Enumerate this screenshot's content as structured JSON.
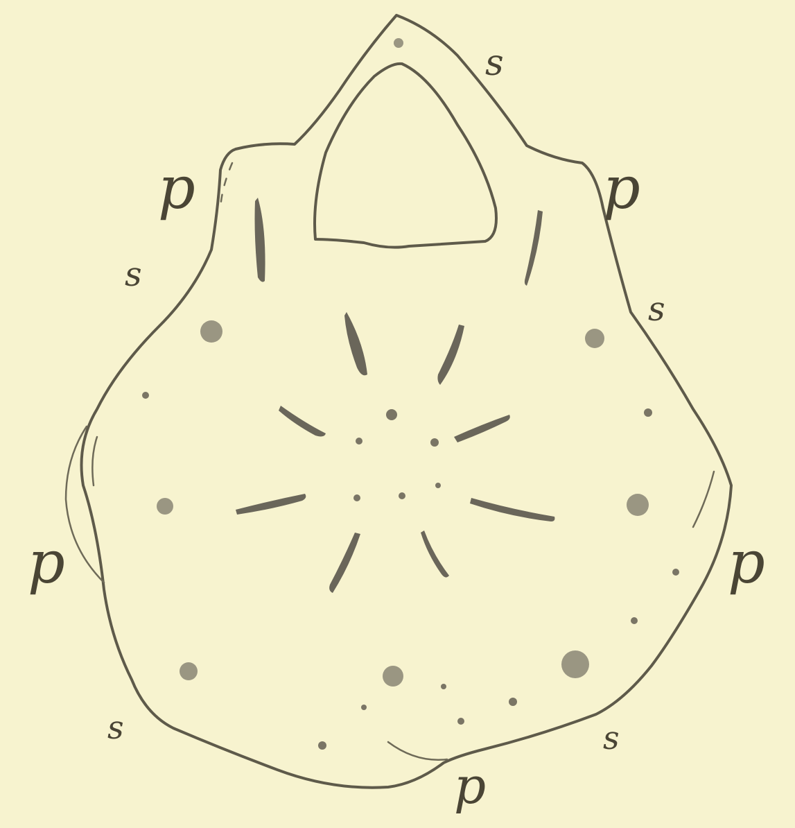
{
  "figure": {
    "labels": {
      "p_upper_left": "p",
      "p_upper_right": "p",
      "p_left": "p",
      "p_right": "p",
      "p_bottom": "p",
      "s_top_left": "s",
      "s_top_right": "s",
      "s_right": "s",
      "s_bottom_left": "s",
      "s_bottom_right": "s"
    },
    "colors": {
      "paper": "#f7f3cf",
      "ink": "#5e5a4a"
    }
  }
}
